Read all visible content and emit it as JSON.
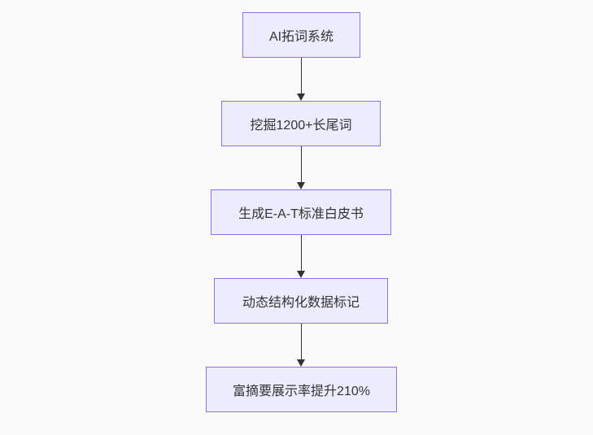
{
  "diagram": {
    "type": "flowchart",
    "direction": "top-down",
    "nodes": [
      {
        "id": "n1",
        "label": "AI拓词系统"
      },
      {
        "id": "n2",
        "label": "挖掘1200+长尾词"
      },
      {
        "id": "n3",
        "label": "生成E-A-T标准白皮书"
      },
      {
        "id": "n4",
        "label": "动态结构化数据标记"
      },
      {
        "id": "n5",
        "label": "富摘要展示率提升210%"
      }
    ],
    "edges": [
      {
        "from": "n1",
        "to": "n2",
        "label": ""
      },
      {
        "from": "n2",
        "to": "n3",
        "label": ""
      },
      {
        "from": "n3",
        "to": "n4",
        "label": ""
      },
      {
        "from": "n4",
        "to": "n5",
        "label": ""
      }
    ],
    "colors": {
      "node_fill": "#ECECFF",
      "node_border": "#9370DB",
      "arrow": "#333333",
      "text": "#333333",
      "background": "#fafafa"
    }
  }
}
